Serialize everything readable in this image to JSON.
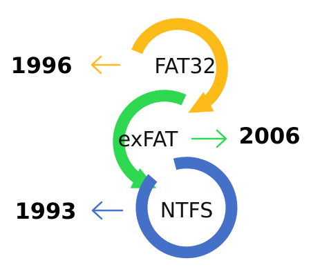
{
  "colors": {
    "fat32": "#FDBB1A",
    "exfat": "#2ED850",
    "ntfs": "#4570C8",
    "text": "#111111"
  },
  "filesystems": [
    {
      "id": "fat32",
      "name": "FAT32",
      "year": "1996",
      "arrow_direction": "left"
    },
    {
      "id": "exfat",
      "name": "exFAT",
      "year": "2006",
      "arrow_direction": "right"
    },
    {
      "id": "ntfs",
      "name": "NTFS",
      "year": "1993",
      "arrow_direction": "left"
    }
  ]
}
